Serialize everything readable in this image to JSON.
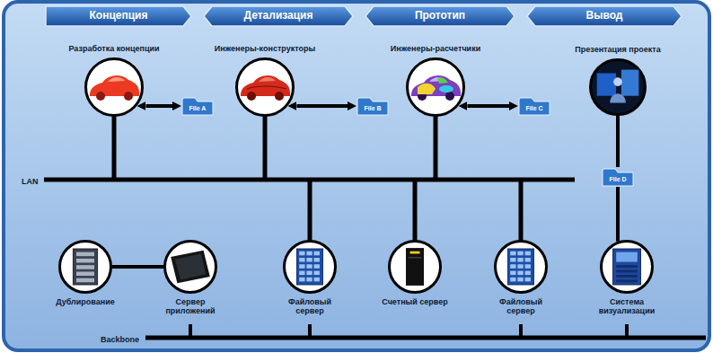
{
  "diagram": {
    "nodes": [
      {
        "text": [
          "Концепция"
        ]
      },
      {
        "text": [
          "Детализация"
        ]
      },
      {
        "text": [
          "Прототип"
        ]
      },
      {
        "text": [
          "Вывод"
        ]
      },
      {
        "text": [
          "Разработка концепции"
        ]
      },
      {
        "text": [
          "File A"
        ]
      },
      {
        "text": [
          "Инженеры-конструкторы"
        ]
      },
      {
        "text": [
          "File B"
        ]
      },
      {
        "text": [
          "Инженеры-расчетчики"
        ]
      },
      {
        "text": [
          "File C"
        ]
      },
      {
        "text": [
          "Презентация проекта"
        ]
      },
      {
        "text": [
          "File D"
        ]
      },
      {
        "text": [
          "Дублирование"
        ]
      },
      {
        "text": [
          "Сервер приложений"
        ]
      },
      {
        "text": [
          "Файловый сервер"
        ]
      },
      {
        "text": [
          "Счетный сервер"
        ]
      },
      {
        "text": [
          "Файловый сервер"
        ]
      },
      {
        "text": [
          "Система визуализации"
        ]
      }
    ],
    "edges": [
      {
        "from": 4,
        "to": 5,
        "arrow": "both"
      },
      {
        "from": 6,
        "to": 7,
        "arrow": "both"
      },
      {
        "from": 8,
        "to": 9,
        "arrow": "both"
      },
      {
        "from": 10,
        "to": 11,
        "arrow": "none"
      },
      {
        "from": 11,
        "to": 17,
        "arrow": "none"
      },
      {
        "from": 12,
        "to": 13,
        "arrow": "none"
      }
    ],
    "labels": [
      "LAN",
      "Backbone"
    ]
  }
}
